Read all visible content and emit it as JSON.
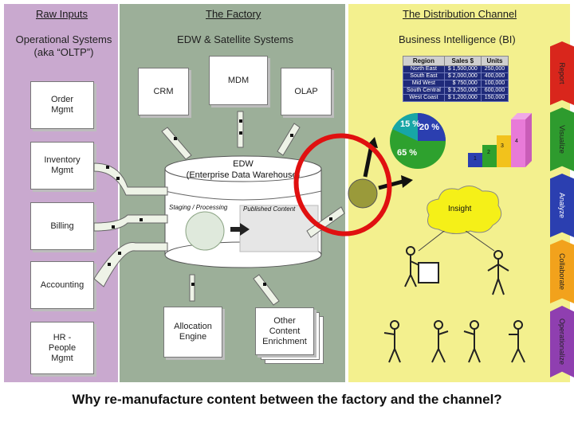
{
  "panels": {
    "raw": {
      "title": "Raw Inputs",
      "subtitle_1": "Operational Systems",
      "subtitle_2": "(aka “OLTP”)",
      "items": [
        "Order\nMgmt",
        "Inventory\nMgmt",
        "Billing",
        "Accounting",
        "HR -\nPeople\nMgmt"
      ]
    },
    "factory": {
      "title": "The Factory",
      "subtitle": "EDW & Satellite Systems",
      "mdm": "MDM",
      "crm": "CRM",
      "olap": "OLAP",
      "edw_line1": "EDW",
      "edw_line2": "(Enterprise Data Warehouse)",
      "staging": "Staging / Processing",
      "published": "Published Content",
      "allocation": "Allocation\nEngine",
      "enrichment": "Other\nContent\nEnrichment"
    },
    "channel": {
      "title": "The Distribution Channel",
      "subtitle": "Business Intelligence (BI)",
      "insight": "Insight",
      "table_headers": [
        "Region",
        "Sales $",
        "Units"
      ],
      "table_rows": [
        [
          "North East",
          "$ 1,500,000",
          "250,000"
        ],
        [
          "South East",
          "$ 2,000,000",
          "400,000"
        ],
        [
          "Mid West",
          "$ 750,000",
          "100,000"
        ],
        [
          "South Central",
          "$ 3,250,000",
          "600,000"
        ],
        [
          "West Coast",
          "$ 1,200,000",
          "150,000"
        ]
      ],
      "pie_labels": [
        "15 %",
        "20 %",
        "65 %"
      ],
      "step_labels": [
        "1",
        "2",
        "3",
        "4"
      ],
      "sidebar": [
        "Report",
        "Visualize",
        "Analyze",
        "Collaborate",
        "Operationalize"
      ]
    }
  },
  "caption": "Why re-manufacture content between the factory and the channel?",
  "colors": {
    "raw_bg": "#c9a9cf",
    "factory_bg": "#9caf99",
    "channel_bg": "#f3f08e",
    "circle": "#e01010",
    "sidebar": [
      "#d9261c",
      "#2e9b2e",
      "#2b3fb0",
      "#f2a21c",
      "#8f3fb0"
    ]
  }
}
